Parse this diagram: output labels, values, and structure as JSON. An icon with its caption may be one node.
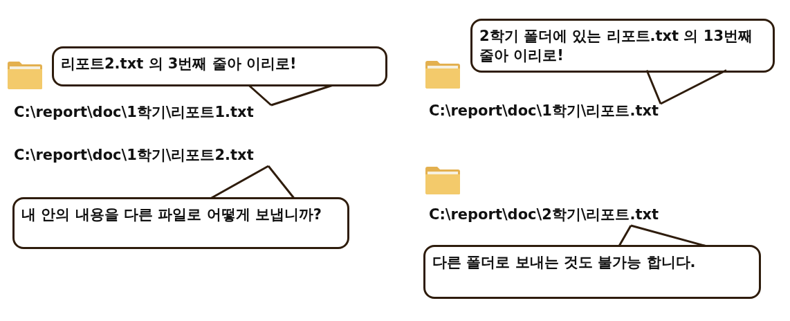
{
  "diagram": {
    "nodes": [
      {
        "text": [
          "리포트2.txt 의 3번째 줄아 이리로!"
        ]
      },
      {
        "text": [
          "C:\\report\\doc\\1학기\\리포트1.txt"
        ]
      },
      {
        "text": [
          "C:\\report\\doc\\1학기\\리포트2.txt"
        ]
      },
      {
        "text": [
          "내 안의 내용을 다른 파일로 어떻게 보냅니까?"
        ]
      },
      {
        "text": [
          "2학기 폴더에 있는 리포트.txt 의 13번째 줄아 이리로!"
        ]
      },
      {
        "text": [
          "C:\\report\\doc\\1학기\\리포트.txt"
        ]
      },
      {
        "text": [
          "C:\\report\\doc\\2학기\\리포트.txt"
        ]
      },
      {
        "text": [
          "다른 폴더로 보내는 것도 불가능 합니다."
        ]
      }
    ],
    "edges": [
      {
        "from": 0,
        "to": 1,
        "arrow": "none"
      },
      {
        "from": 3,
        "to": 2,
        "arrow": "none"
      },
      {
        "from": 4,
        "to": 5,
        "arrow": "none"
      },
      {
        "from": 7,
        "to": 6,
        "arrow": "none"
      }
    ]
  }
}
